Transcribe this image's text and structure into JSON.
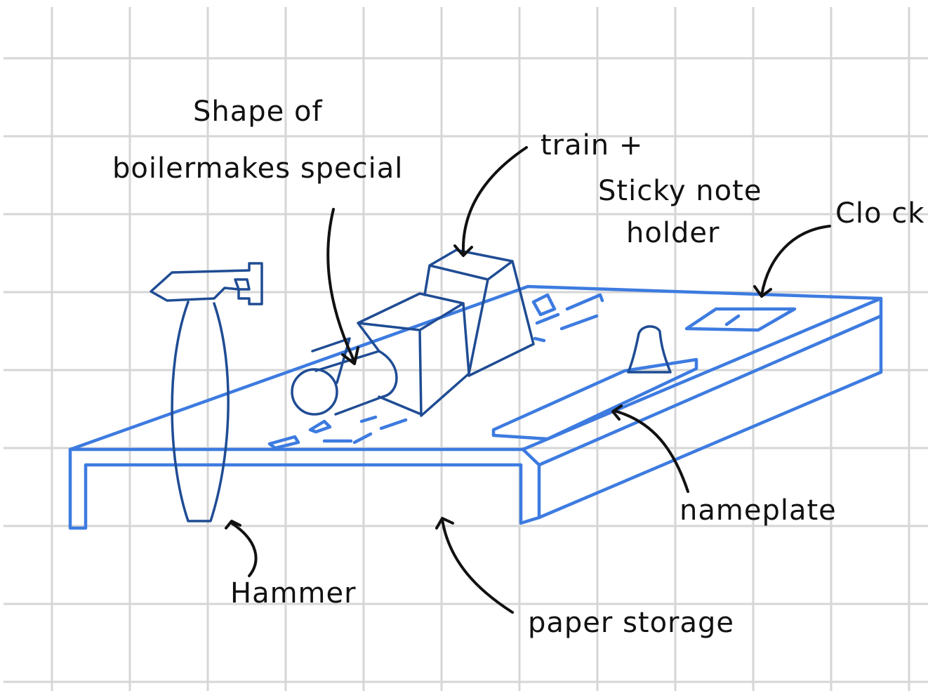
{
  "labels": {
    "shape_line1": "Shape of",
    "shape_line2": "boilermakes special",
    "train_line1": "train +",
    "train_line2": "Sticky note",
    "train_line3": "holder",
    "clock": "Clo ck",
    "nameplate": "nameplate",
    "hammer": "Hammer",
    "paper_storage": "paper storage"
  },
  "colors": {
    "desk": "#3d7be0",
    "objects": "#1f4c94",
    "ink": "#111111",
    "grid": "#d6d6d6"
  }
}
